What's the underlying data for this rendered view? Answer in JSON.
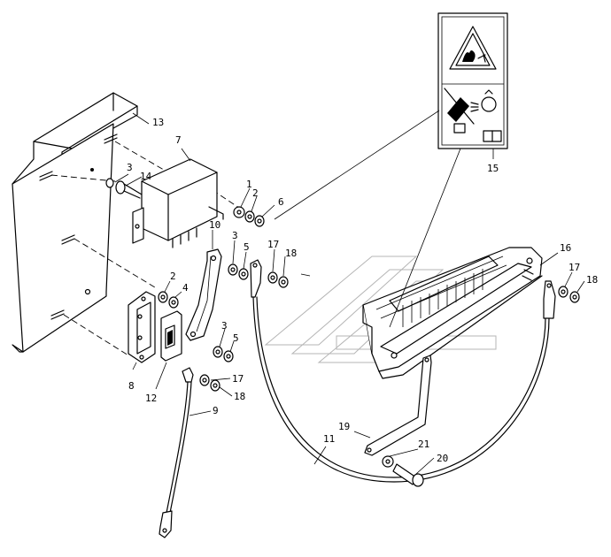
{
  "callouts": [
    {
      "id": "c1",
      "text": "1"
    },
    {
      "id": "c2a",
      "text": "2"
    },
    {
      "id": "c2b",
      "text": "2"
    },
    {
      "id": "c3a",
      "text": "3"
    },
    {
      "id": "c3b",
      "text": "3"
    },
    {
      "id": "c3c",
      "text": "3"
    },
    {
      "id": "c4",
      "text": "4"
    },
    {
      "id": "c5a",
      "text": "5"
    },
    {
      "id": "c5b",
      "text": "5"
    },
    {
      "id": "c6",
      "text": "6"
    },
    {
      "id": "c7",
      "text": "7"
    },
    {
      "id": "c8",
      "text": "8"
    },
    {
      "id": "c9",
      "text": "9"
    },
    {
      "id": "c10",
      "text": "10"
    },
    {
      "id": "c11",
      "text": "11"
    },
    {
      "id": "c12",
      "text": "12"
    },
    {
      "id": "c13",
      "text": "13"
    },
    {
      "id": "c14",
      "text": "14"
    },
    {
      "id": "c15",
      "text": "15"
    },
    {
      "id": "c16",
      "text": "16"
    },
    {
      "id": "c17a",
      "text": "17"
    },
    {
      "id": "c17b",
      "text": "17"
    },
    {
      "id": "c17c",
      "text": "17"
    },
    {
      "id": "c18a",
      "text": "18"
    },
    {
      "id": "c18b",
      "text": "18"
    },
    {
      "id": "c18c",
      "text": "18"
    },
    {
      "id": "c19",
      "text": "19"
    },
    {
      "id": "c20",
      "text": "20"
    },
    {
      "id": "c21",
      "text": "21"
    }
  ],
  "icons": {
    "warning_label": "fire-warning-decal-icon",
    "no_spray": "no-water-spray-icon",
    "manual": "operator-manual-icon"
  },
  "colors": {
    "line": "#000000",
    "background": "#ffffff",
    "watermark": "#b5b5b5"
  }
}
